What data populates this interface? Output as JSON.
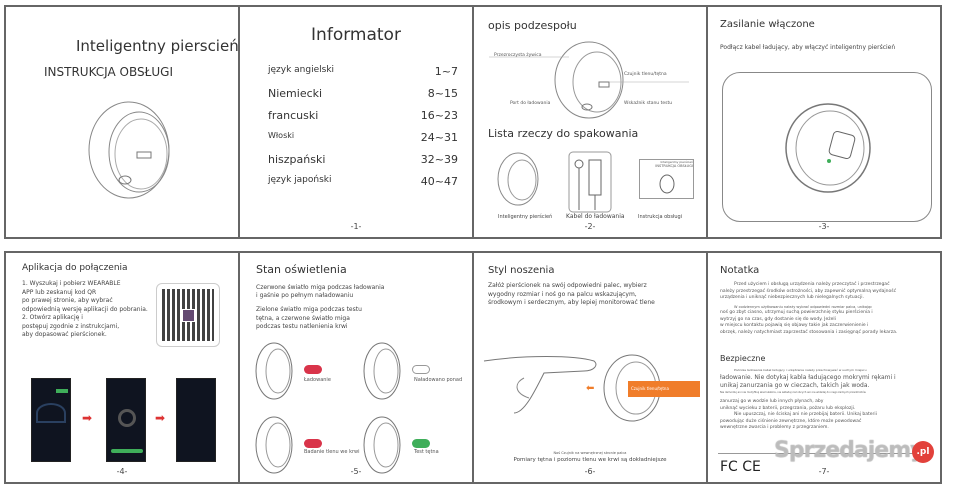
{
  "pages": {
    "cover": {
      "title": "Inteligentny pierscień",
      "subtitle": "INSTRUKCJA OBSŁUGI"
    },
    "toc": {
      "title": "Informator",
      "rows": [
        {
          "lang": "język angielski",
          "pages": "1~7"
        },
        {
          "lang": "Niemiecki",
          "pages": "8~15"
        },
        {
          "lang": "francuski",
          "pages": "16~23"
        },
        {
          "lang": "Włoski",
          "pages": "24~31"
        },
        {
          "lang": "hiszpański",
          "pages": "32~39"
        },
        {
          "lang": "język japoński",
          "pages": "40~47"
        }
      ],
      "page_no": "-1-"
    },
    "components": {
      "title": "opis podzespołu",
      "labels": {
        "resin": "Przezroczysta żywica",
        "sensor": "Czujnik tlenu/tętna",
        "port": "Port do ładowania",
        "indicator": "Wskaźnik stanu testu"
      },
      "packing_title": "Lista rzeczy do spakowania",
      "items": [
        "Inteligentny pierścień",
        "Kabel do ładowania",
        "Instrukcja obsługi"
      ],
      "manual_mini": {
        "line1": "Inteligentny pierścień",
        "line2": "INSTRUKCJA OBSŁUGI"
      },
      "page_no": "-2-"
    },
    "power": {
      "title": "Zasilanie włączone",
      "text": "Podłącz kabel ładujący, aby włączyć inteligentny pierścień",
      "page_no": "-3-"
    },
    "app": {
      "title": "Aplikacja do połączenia",
      "lines": [
        "1. Wyszukaj i pobierz WEARABLE",
        "APP lub zeskanuj kod QR",
        "po prawej stronie, aby wybrać",
        "odpowiednią wersję aplikacji do pobrania.",
        "2. Otwórz aplikację i",
        "postępuj zgodnie z instrukcjami,",
        "aby dopasować pierścionek."
      ],
      "page_no": "-4-"
    },
    "lights": {
      "title": "Stan oświetlenia",
      "text1": [
        "Czerwone światło miga podczas ładowania",
        "i gaśnie po pełnym naładowaniu"
      ],
      "text2": [
        "Zielone światło miga podczas testu",
        "tętna, a czerwone światło miga",
        "podczas testu natlenienia krwi"
      ],
      "states": [
        {
          "label": "Ładowanie",
          "color": "#d9344a"
        },
        {
          "label": "Naładowano ponad",
          "color": "#ffffff"
        },
        {
          "label": "Badanie tlenu we krwi",
          "color": "#d9344a"
        },
        {
          "label": "Test tętna",
          "color": "#3fae5a"
        }
      ],
      "page_no": "-5-"
    },
    "wearing": {
      "title": "Styl noszenia",
      "lines": [
        "Załóż pierścionek na swój odpowiedni palec, wybierz",
        "wygodny rozmiar i noś go na palcu wskazującym,",
        "środkowym i serdecznym, aby lepiej monitorować tlene"
      ],
      "sensor_label": "Czujnik tlenu/tętna",
      "note_small": "Noś Czujnik na wewnętrznej stronie palca",
      "note": "Pomiary tętna i poziomu tlenu we krwi są dokładniejsze",
      "accent": "#f07d2a",
      "page_no": "-6-"
    },
    "notes": {
      "title": "Notatka",
      "para1": [
        "Przed użyciem i obsługą urządzenia należy przeczytać i przestrzegać",
        "należy przestrzegać środków ostrożności, aby zapewnić optymalną wydajność",
        "urządzenia i uniknąć niebezpiecznych lub nielegalnych sytuacji."
      ],
      "para2": [
        "W codziennym użytkowaniu należy wybrać odpowiedni rozmiar palca, unikając",
        "noś go zbyt ciasno, utrzymuj suchą powierzchnię styku pierścienia i",
        "wytrzyj go na czas, gdy dostanie się do wody. Jeżeli",
        "w miejscu kontaktu pojawią się objawy takie jak zaczerwienienie i",
        "obrzęk, należy natychmiast zaprzestać stosowania i zasięgnąć porady lekarza."
      ],
      "safety_title": "Bezpieczne",
      "para3": [
        "Podczas ładowania kabel ładujący i urządzenie należy przechowywać w suchym miejscu",
        "ładowanie. Nie dotykaj kabla ładującego mokrymi rękami i",
        "unikaj zanurzania go w cieczach, takich jak woda.",
        "Nie demontuj ani nie modyfikuj akumulatora, nie wkładaj ciał obcych ani nie wkładaj do niego żadnych przedmiotów",
        "zanurzaj go w wodzie lub innych płynach, aby",
        "uniknąć wycieku z baterii, przegrzania, pożaru lub eksplozji.",
        "Nie upuszczaj, nie ściskaj ani nie przebijaj baterii. Unikaj baterii",
        "powodując duże ciśnienie zewnętrzne, które może powodować",
        "wewnętrzne zwarcia i problemy z przegrzaniem."
      ],
      "marks": "FC CE",
      "page_no": "-7-"
    }
  },
  "watermark": {
    "text": "Sprzedajemy",
    ".pl": ".pl",
    "badge_color": "#e2413b"
  }
}
